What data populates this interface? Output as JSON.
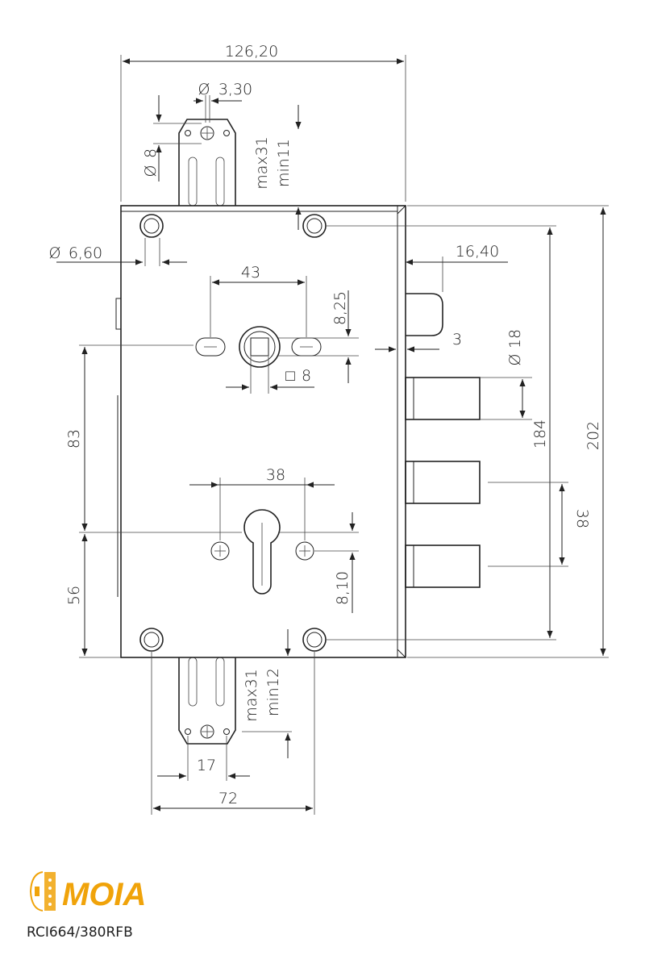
{
  "dimensions": {
    "overall_width": "126,20",
    "bolt_hole": "3,30",
    "bolt_width": "8",
    "top_travel_max": "max31",
    "top_travel_min": "min11",
    "screw_hole": "6,60",
    "handle_spacing": "43",
    "spindle_offset": "8,25",
    "latch_depth": "16,40",
    "latch_gap": "3",
    "spindle_square": "8",
    "bolt_diameter": "18",
    "spindle_to_cylinder": "83",
    "center_distance": "184",
    "overall_height": "202",
    "cylinder_spacing": "38",
    "bolt_spacing": "38",
    "cylinder_offset": "8,10",
    "cylinder_to_bottom": "56",
    "bottom_travel_max": "max31",
    "bottom_travel_min": "min12",
    "bottom_bolt_width": "17",
    "bottom_bolt_spacing": "72"
  },
  "symbols": {
    "diameter": "Ø",
    "square": "□"
  },
  "brand": {
    "logo_text": "MOIA",
    "model": "RCI664/380RFB",
    "accent_color": "#f0a30a"
  }
}
